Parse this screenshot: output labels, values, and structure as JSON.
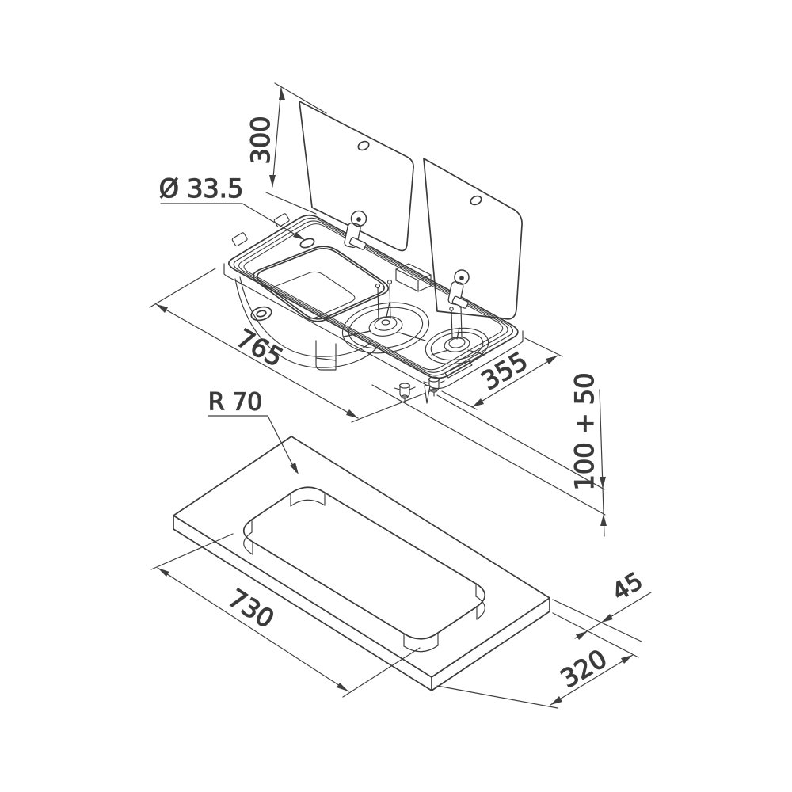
{
  "drawing": {
    "background": "#ffffff",
    "line_color": "#3b3b3b",
    "labels": {
      "lid_height": "300",
      "tap_hole_diameter": "Ø 33.5",
      "unit_length": "765",
      "hob_width": "355",
      "install_clearance": "100 + 50",
      "corner_radius": "R 70",
      "cutout_length": "730",
      "worktop_thickness": "45",
      "cutout_width": "320"
    }
  }
}
